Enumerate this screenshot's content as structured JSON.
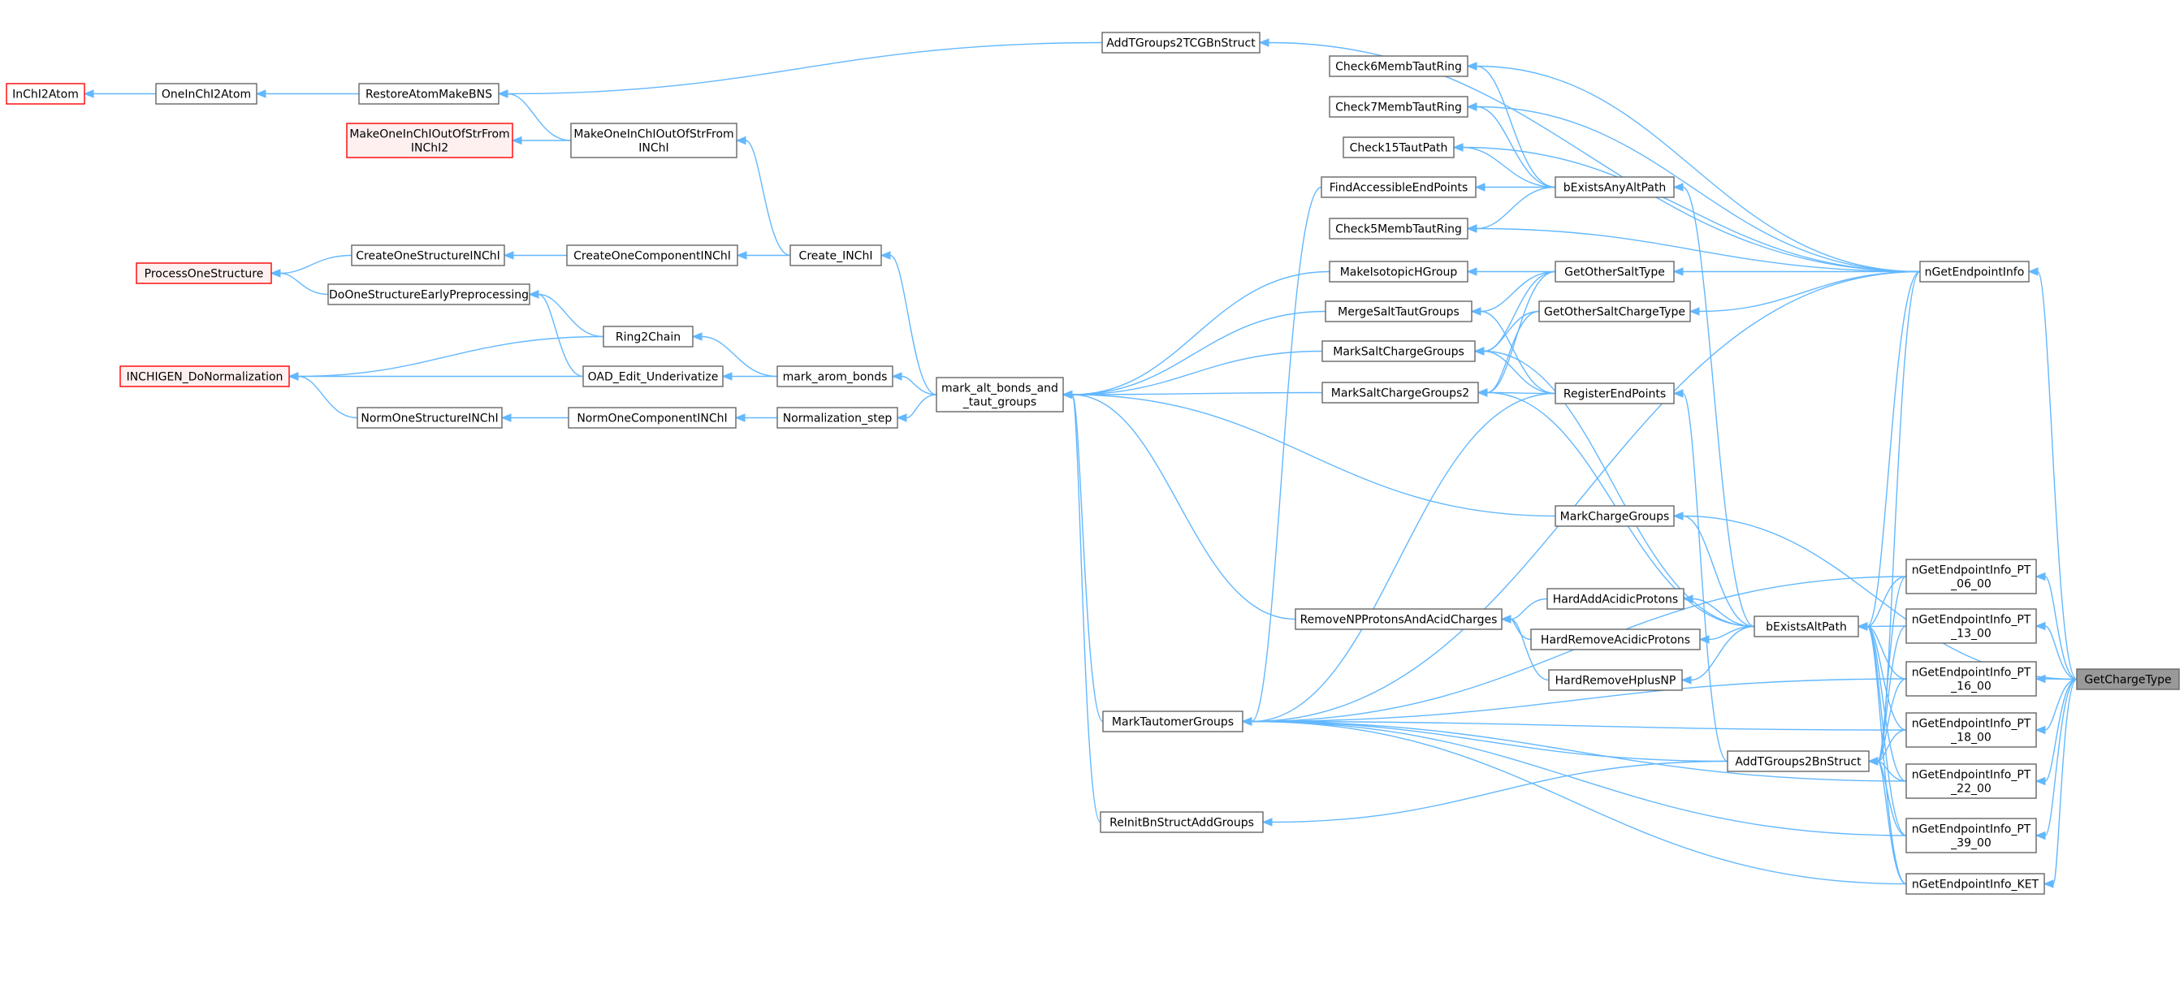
{
  "nodes": [
    {
      "id": "InChI2Atom",
      "label": [
        "InChI2Atom"
      ],
      "style": "red-plain"
    },
    {
      "id": "OneInChI2Atom",
      "label": [
        "OneInChI2Atom"
      ]
    },
    {
      "id": "RestoreAtomMakeBNS",
      "label": [
        "RestoreAtomMakeBNS"
      ]
    },
    {
      "id": "AddTGroups2TCGBnStruct",
      "label": [
        "AddTGroups2TCGBnStruct"
      ]
    },
    {
      "id": "MakeOneInChIOutOfStrFromINChI2",
      "label": [
        "MakeOneInChIOutOfStrFrom",
        "INChI2"
      ],
      "style": "red"
    },
    {
      "id": "MakeOneInChIOutOfStrFromINChI",
      "label": [
        "MakeOneInChIOutOfStrFrom",
        "INChI"
      ]
    },
    {
      "id": "ProcessOneStructure",
      "label": [
        "ProcessOneStructure"
      ],
      "style": "red"
    },
    {
      "id": "CreateOneStructureINChI",
      "label": [
        "CreateOneStructureINChI"
      ]
    },
    {
      "id": "CreateOneComponentINChI",
      "label": [
        "CreateOneComponentINChI"
      ]
    },
    {
      "id": "Create_INChI",
      "label": [
        "Create_INChI"
      ]
    },
    {
      "id": "DoOneStructureEarlyPreprocessing",
      "label": [
        "DoOneStructureEarlyPreprocessing"
      ]
    },
    {
      "id": "Ring2Chain",
      "label": [
        "Ring2Chain"
      ]
    },
    {
      "id": "INCHIGEN_DoNormalization",
      "label": [
        "INCHIGEN_DoNormalization"
      ],
      "style": "red"
    },
    {
      "id": "OAD_Edit_Underivatize",
      "label": [
        "OAD_Edit_Underivatize"
      ]
    },
    {
      "id": "mark_arom_bonds",
      "label": [
        "mark_arom_bonds"
      ]
    },
    {
      "id": "NormOneStructureINChI",
      "label": [
        "NormOneStructureINChI"
      ]
    },
    {
      "id": "NormOneComponentINChI",
      "label": [
        "NormOneComponentINChI"
      ]
    },
    {
      "id": "Normalization_step",
      "label": [
        "Normalization_step"
      ]
    },
    {
      "id": "mark_alt_bonds_and_taut_groups",
      "label": [
        "mark_alt_bonds_and",
        "_taut_groups"
      ]
    },
    {
      "id": "Check6MembTautRing",
      "label": [
        "Check6MembTautRing"
      ]
    },
    {
      "id": "Check7MembTautRing",
      "label": [
        "Check7MembTautRing"
      ]
    },
    {
      "id": "Check15TautPath",
      "label": [
        "Check15TautPath"
      ]
    },
    {
      "id": "FindAccessibleEndPoints",
      "label": [
        "FindAccessibleEndPoints"
      ]
    },
    {
      "id": "bExistsAnyAltPath",
      "label": [
        "bExistsAnyAltPath"
      ]
    },
    {
      "id": "Check5MembTautRing",
      "label": [
        "Check5MembTautRing"
      ]
    },
    {
      "id": "MakeIsotopicHGroup",
      "label": [
        "MakeIsotopicHGroup"
      ]
    },
    {
      "id": "GetOtherSaltType",
      "label": [
        "GetOtherSaltType"
      ]
    },
    {
      "id": "MergeSaltTautGroups",
      "label": [
        "MergeSaltTautGroups"
      ]
    },
    {
      "id": "GetOtherSaltChargeType",
      "label": [
        "GetOtherSaltChargeType"
      ]
    },
    {
      "id": "MarkSaltChargeGroups",
      "label": [
        "MarkSaltChargeGroups"
      ]
    },
    {
      "id": "MarkSaltChargeGroups2",
      "label": [
        "MarkSaltChargeGroups2"
      ]
    },
    {
      "id": "RegisterEndPoints",
      "label": [
        "RegisterEndPoints"
      ]
    },
    {
      "id": "nGetEndpointInfo",
      "label": [
        "nGetEndpointInfo"
      ]
    },
    {
      "id": "MarkChargeGroups",
      "label": [
        "MarkChargeGroups"
      ]
    },
    {
      "id": "nGetEndpointInfo_PT_06_00",
      "label": [
        "nGetEndpointInfo_PT",
        "_06_00"
      ]
    },
    {
      "id": "HardAddAcidicProtons",
      "label": [
        "HardAddAcidicProtons"
      ]
    },
    {
      "id": "RemoveNPProtonsAndAcidCharges",
      "label": [
        "RemoveNPProtonsAndAcidCharges"
      ]
    },
    {
      "id": "HardRemoveAcidicProtons",
      "label": [
        "HardRemoveAcidicProtons"
      ]
    },
    {
      "id": "bExistsAltPath",
      "label": [
        "bExistsAltPath"
      ]
    },
    {
      "id": "nGetEndpointInfo_PT_13_00",
      "label": [
        "nGetEndpointInfo_PT",
        "_13_00"
      ]
    },
    {
      "id": "HardRemoveHplusNP",
      "label": [
        "HardRemoveHplusNP"
      ]
    },
    {
      "id": "nGetEndpointInfo_PT_16_00",
      "label": [
        "nGetEndpointInfo_PT",
        "_16_00"
      ]
    },
    {
      "id": "GetChargeType",
      "label": [
        "GetChargeType"
      ],
      "style": "target"
    },
    {
      "id": "MarkTautomerGroups",
      "label": [
        "MarkTautomerGroups"
      ]
    },
    {
      "id": "nGetEndpointInfo_PT_18_00",
      "label": [
        "nGetEndpointInfo_PT",
        "_18_00"
      ]
    },
    {
      "id": "AddTGroups2BnStruct",
      "label": [
        "AddTGroups2BnStruct"
      ]
    },
    {
      "id": "nGetEndpointInfo_PT_22_00",
      "label": [
        "nGetEndpointInfo_PT",
        "_22_00"
      ]
    },
    {
      "id": "ReInitBnStructAddGroups",
      "label": [
        "ReInitBnStructAddGroups"
      ]
    },
    {
      "id": "nGetEndpointInfo_PT_39_00",
      "label": [
        "nGetEndpointInfo_PT",
        "_39_00"
      ]
    },
    {
      "id": "nGetEndpointInfo_KET",
      "label": [
        "nGetEndpointInfo_KET"
      ]
    }
  ],
  "edges": [
    [
      "OneInChI2Atom",
      "InChI2Atom"
    ],
    [
      "RestoreAtomMakeBNS",
      "OneInChI2Atom"
    ],
    [
      "AddTGroups2TCGBnStruct",
      "RestoreAtomMakeBNS"
    ],
    [
      "MakeOneInChIOutOfStrFromINChI",
      "RestoreAtomMakeBNS"
    ],
    [
      "MakeOneInChIOutOfStrFromINChI",
      "MakeOneInChIOutOfStrFromINChI2"
    ],
    [
      "Create_INChI",
      "MakeOneInChIOutOfStrFromINChI"
    ],
    [
      "CreateOneStructureINChI",
      "ProcessOneStructure"
    ],
    [
      "CreateOneComponentINChI",
      "CreateOneStructureINChI"
    ],
    [
      "Create_INChI",
      "CreateOneComponentINChI"
    ],
    [
      "DoOneStructureEarlyPreprocessing",
      "ProcessOneStructure"
    ],
    [
      "Ring2Chain",
      "DoOneStructureEarlyPreprocessing"
    ],
    [
      "Ring2Chain",
      "INCHIGEN_DoNormalization"
    ],
    [
      "OAD_Edit_Underivatize",
      "DoOneStructureEarlyPreprocessing"
    ],
    [
      "OAD_Edit_Underivatize",
      "INCHIGEN_DoNormalization"
    ],
    [
      "NormOneStructureINChI",
      "INCHIGEN_DoNormalization"
    ],
    [
      "NormOneComponentINChI",
      "NormOneStructureINChI"
    ],
    [
      "Normalization_step",
      "NormOneComponentINChI"
    ],
    [
      "mark_arom_bonds",
      "Ring2Chain"
    ],
    [
      "mark_arom_bonds",
      "OAD_Edit_Underivatize"
    ],
    [
      "mark_alt_bonds_and_taut_groups",
      "Create_INChI"
    ],
    [
      "mark_alt_bonds_and_taut_groups",
      "mark_arom_bonds"
    ],
    [
      "mark_alt_bonds_and_taut_groups",
      "Normalization_step"
    ],
    [
      "MakeIsotopicHGroup",
      "mark_alt_bonds_and_taut_groups"
    ],
    [
      "MergeSaltTautGroups",
      "mark_alt_bonds_and_taut_groups"
    ],
    [
      "MarkSaltChargeGroups",
      "mark_alt_bonds_and_taut_groups"
    ],
    [
      "MarkSaltChargeGroups2",
      "mark_alt_bonds_and_taut_groups"
    ],
    [
      "MarkChargeGroups",
      "mark_alt_bonds_and_taut_groups"
    ],
    [
      "MarkTautomerGroups",
      "mark_alt_bonds_and_taut_groups"
    ],
    [
      "RemoveNPProtonsAndAcidCharges",
      "mark_alt_bonds_and_taut_groups"
    ],
    [
      "ReInitBnStructAddGroups",
      "mark_alt_bonds_and_taut_groups"
    ],
    [
      "bExistsAnyAltPath",
      "Check6MembTautRing"
    ],
    [
      "bExistsAnyAltPath",
      "Check7MembTautRing"
    ],
    [
      "bExistsAnyAltPath",
      "Check15TautPath"
    ],
    [
      "bExistsAnyAltPath",
      "FindAccessibleEndPoints"
    ],
    [
      "bExistsAnyAltPath",
      "Check5MembTautRing"
    ],
    [
      "FindAccessibleEndPoints",
      "MarkTautomerGroups"
    ],
    [
      "GetOtherSaltType",
      "MakeIsotopicHGroup"
    ],
    [
      "GetOtherSaltType",
      "MergeSaltTautGroups"
    ],
    [
      "GetOtherSaltType",
      "MarkSaltChargeGroups"
    ],
    [
      "GetOtherSaltType",
      "MarkSaltChargeGroups2"
    ],
    [
      "GetOtherSaltChargeType",
      "MarkSaltChargeGroups"
    ],
    [
      "GetOtherSaltChargeType",
      "MarkSaltChargeGroups2"
    ],
    [
      "RegisterEndPoints",
      "MergeSaltTautGroups"
    ],
    [
      "RegisterEndPoints",
      "MarkSaltChargeGroups"
    ],
    [
      "RegisterEndPoints",
      "MarkSaltChargeGroups2"
    ],
    [
      "RegisterEndPoints",
      "MarkTautomerGroups"
    ],
    [
      "nGetEndpointInfo",
      "AddTGroups2TCGBnStruct"
    ],
    [
      "nGetEndpointInfo",
      "Check6MembTautRing"
    ],
    [
      "nGetEndpointInfo",
      "Check7MembTautRing"
    ],
    [
      "nGetEndpointInfo",
      "Check15TautPath"
    ],
    [
      "nGetEndpointInfo",
      "Check5MembTautRing"
    ],
    [
      "nGetEndpointInfo",
      "GetOtherSaltType"
    ],
    [
      "nGetEndpointInfo",
      "GetOtherSaltChargeType"
    ],
    [
      "nGetEndpointInfo",
      "MarkTautomerGroups"
    ],
    [
      "nGetEndpointInfo",
      "bExistsAltPath"
    ],
    [
      "nGetEndpointInfo",
      "AddTGroups2BnStruct"
    ],
    [
      "bExistsAltPath",
      "bExistsAnyAltPath"
    ],
    [
      "bExistsAltPath",
      "MarkSaltChargeGroups"
    ],
    [
      "bExistsAltPath",
      "MarkSaltChargeGroups2"
    ],
    [
      "bExistsAltPath",
      "MarkChargeGroups"
    ],
    [
      "bExistsAltPath",
      "HardAddAcidicProtons"
    ],
    [
      "bExistsAltPath",
      "HardRemoveAcidicProtons"
    ],
    [
      "bExistsAltPath",
      "HardRemoveHplusNP"
    ],
    [
      "HardAddAcidicProtons",
      "RemoveNPProtonsAndAcidCharges"
    ],
    [
      "HardRemoveAcidicProtons",
      "RemoveNPProtonsAndAcidCharges"
    ],
    [
      "HardRemoveHplusNP",
      "RemoveNPProtonsAndAcidCharges"
    ],
    [
      "AddTGroups2BnStruct",
      "RegisterEndPoints"
    ],
    [
      "AddTGroups2BnStruct",
      "ReInitBnStructAddGroups"
    ],
    [
      "AddTGroups2BnStruct",
      "MarkTautomerGroups"
    ],
    [
      "nGetEndpointInfo_PT_06_00",
      "MarkTautomerGroups"
    ],
    [
      "nGetEndpointInfo_PT_06_00",
      "bExistsAltPath"
    ],
    [
      "nGetEndpointInfo_PT_06_00",
      "AddTGroups2BnStruct"
    ],
    [
      "nGetEndpointInfo_PT_13_00",
      "bExistsAltPath"
    ],
    [
      "nGetEndpointInfo_PT_13_00",
      "AddTGroups2BnStruct"
    ],
    [
      "nGetEndpointInfo_PT_16_00",
      "MarkTautomerGroups"
    ],
    [
      "nGetEndpointInfo_PT_16_00",
      "bExistsAltPath"
    ],
    [
      "nGetEndpointInfo_PT_16_00",
      "AddTGroups2BnStruct"
    ],
    [
      "nGetEndpointInfo_PT_18_00",
      "MarkTautomerGroups"
    ],
    [
      "nGetEndpointInfo_PT_18_00",
      "bExistsAltPath"
    ],
    [
      "nGetEndpointInfo_PT_18_00",
      "AddTGroups2BnStruct"
    ],
    [
      "nGetEndpointInfo_PT_22_00",
      "MarkTautomerGroups"
    ],
    [
      "nGetEndpointInfo_PT_22_00",
      "bExistsAltPath"
    ],
    [
      "nGetEndpointInfo_PT_22_00",
      "AddTGroups2BnStruct"
    ],
    [
      "nGetEndpointInfo_PT_39_00",
      "MarkTautomerGroups"
    ],
    [
      "nGetEndpointInfo_PT_39_00",
      "bExistsAltPath"
    ],
    [
      "nGetEndpointInfo_PT_39_00",
      "AddTGroups2BnStruct"
    ],
    [
      "nGetEndpointInfo_KET",
      "MarkTautomerGroups"
    ],
    [
      "nGetEndpointInfo_KET",
      "bExistsAltPath"
    ],
    [
      "nGetEndpointInfo_KET",
      "AddTGroups2BnStruct"
    ],
    [
      "GetChargeType",
      "nGetEndpointInfo"
    ],
    [
      "GetChargeType",
      "MarkChargeGroups"
    ],
    [
      "GetChargeType",
      "nGetEndpointInfo_PT_06_00"
    ],
    [
      "GetChargeType",
      "nGetEndpointInfo_PT_13_00"
    ],
    [
      "GetChargeType",
      "nGetEndpointInfo_PT_16_00"
    ],
    [
      "GetChargeType",
      "nGetEndpointInfo_PT_18_00"
    ],
    [
      "GetChargeType",
      "nGetEndpointInfo_PT_22_00"
    ],
    [
      "GetChargeType",
      "nGetEndpointInfo_PT_39_00"
    ],
    [
      "GetChargeType",
      "nGetEndpointInfo_KET"
    ]
  ]
}
